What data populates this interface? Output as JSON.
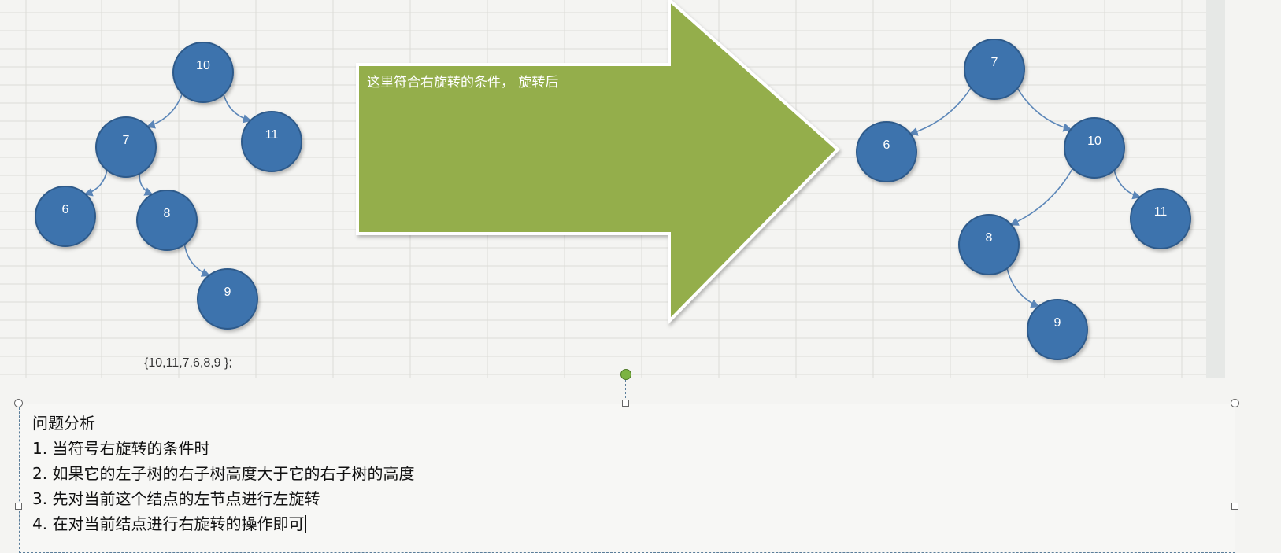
{
  "left_tree": {
    "nodes": [
      {
        "id": "n10",
        "label": "10"
      },
      {
        "id": "n11",
        "label": "11"
      },
      {
        "id": "n7",
        "label": "7"
      },
      {
        "id": "n6",
        "label": "6"
      },
      {
        "id": "n8",
        "label": "8"
      },
      {
        "id": "n9",
        "label": "9"
      }
    ],
    "edges": [
      [
        "n10",
        "n7"
      ],
      [
        "n10",
        "n11"
      ],
      [
        "n7",
        "n6"
      ],
      [
        "n7",
        "n8"
      ],
      [
        "n8",
        "n9"
      ]
    ],
    "sequence": "{10,11,7,6,8,9 };"
  },
  "arrow": {
    "text": "这里符合右旋转的条件， 旋转后",
    "color": "#94ae4b"
  },
  "right_tree": {
    "nodes": [
      {
        "id": "r7",
        "label": "7"
      },
      {
        "id": "r6",
        "label": "6"
      },
      {
        "id": "r10",
        "label": "10"
      },
      {
        "id": "r8",
        "label": "8"
      },
      {
        "id": "r11",
        "label": "11"
      },
      {
        "id": "r9",
        "label": "9"
      }
    ],
    "edges": [
      [
        "r7",
        "r6"
      ],
      [
        "r7",
        "r10"
      ],
      [
        "r10",
        "r8"
      ],
      [
        "r10",
        "r11"
      ],
      [
        "r8",
        "r9"
      ]
    ]
  },
  "node_color": "#3e73ad",
  "analysis": {
    "lines": [
      "问题分析",
      "1. 当符号右旋转的条件时",
      "2. 如果它的左子树的右子树高度大于它的右子树的高度",
      "3. 先对当前这个结点的左节点进行左旋转",
      "4. 在对当前结点进行右旋转的操作即可"
    ]
  }
}
